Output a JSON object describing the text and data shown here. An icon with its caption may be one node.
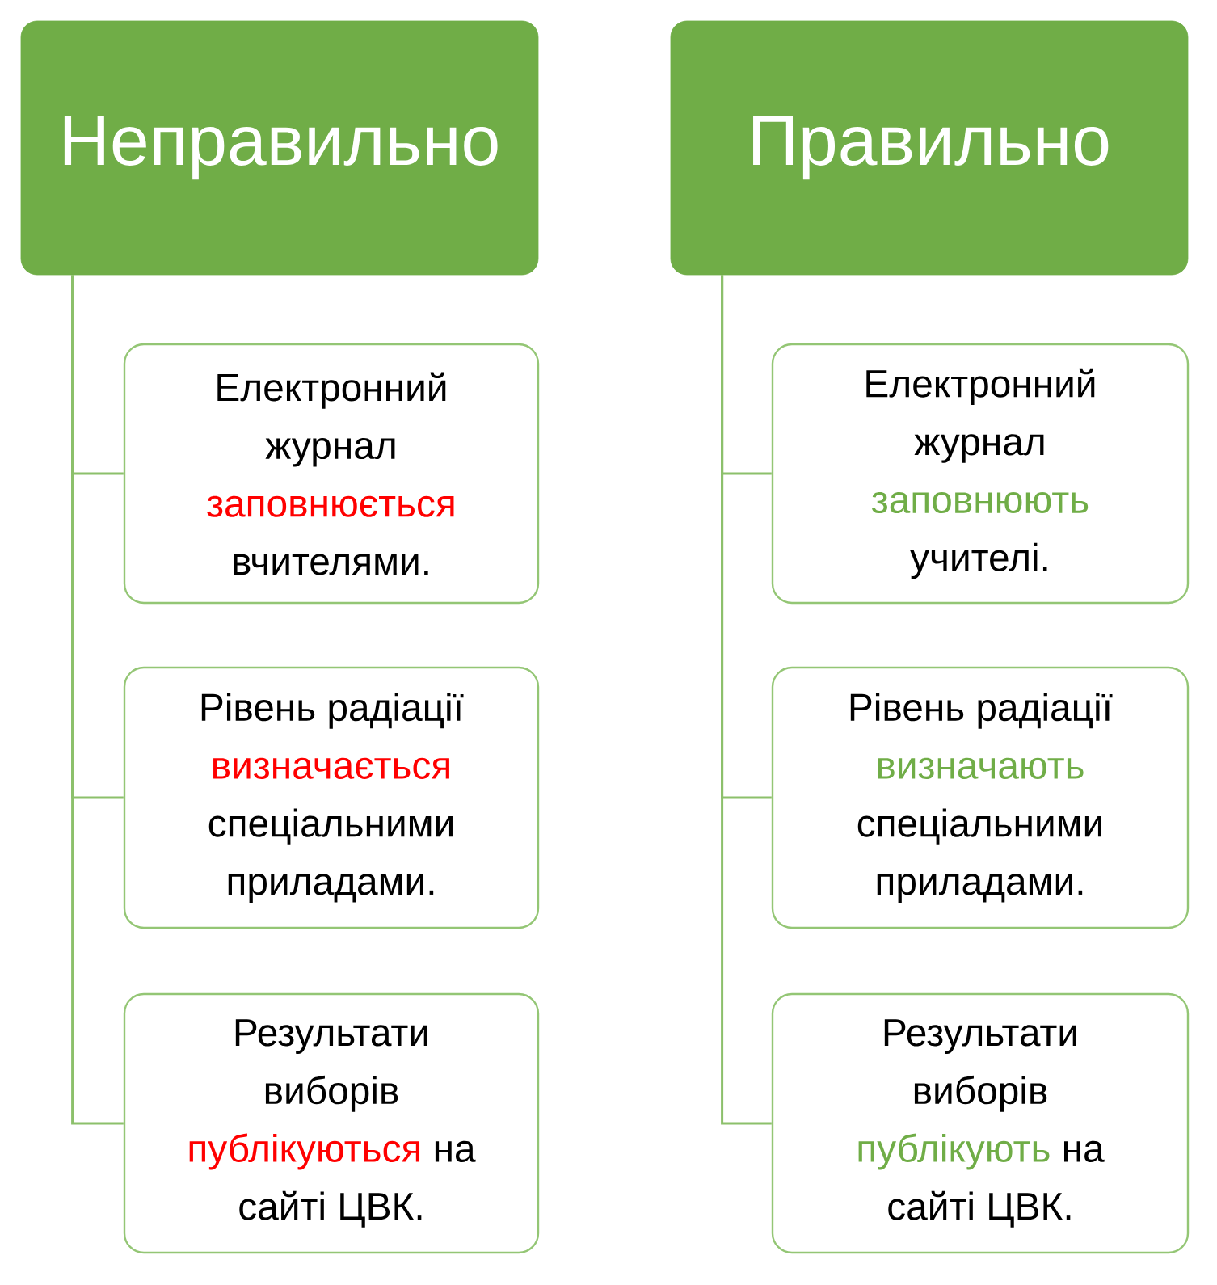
{
  "diagram": {
    "nodes": [
      {
        "text": [
          "Неправильно"
        ]
      },
      {
        "text": [
          "Електронний журнал",
          "заповнюється",
          "вчителями."
        ]
      },
      {
        "text": [
          "Рівень радіації",
          "визначається",
          "спеціальними приладами."
        ]
      },
      {
        "text": [
          "Результати виборів",
          "публікуються",
          "на сайті ЦВК."
        ]
      },
      {
        "text": [
          "Правильно"
        ]
      },
      {
        "text": [
          "Електронний журнал",
          "заповнюють",
          "учителі."
        ]
      },
      {
        "text": [
          "Рівень радіації",
          "визначають",
          "спеціальними приладами."
        ]
      },
      {
        "text": [
          "Результати виборів",
          "публікують",
          "на сайті ЦВК."
        ]
      }
    ],
    "edges": [
      {
        "from": 0,
        "to": 1,
        "arrow": "none"
      },
      {
        "from": 0,
        "to": 2,
        "arrow": "none"
      },
      {
        "from": 0,
        "to": 3,
        "arrow": "none"
      },
      {
        "from": 4,
        "to": 5,
        "arrow": "none"
      },
      {
        "from": 4,
        "to": 6,
        "arrow": "none"
      },
      {
        "from": 4,
        "to": 7,
        "arrow": "none"
      }
    ]
  }
}
